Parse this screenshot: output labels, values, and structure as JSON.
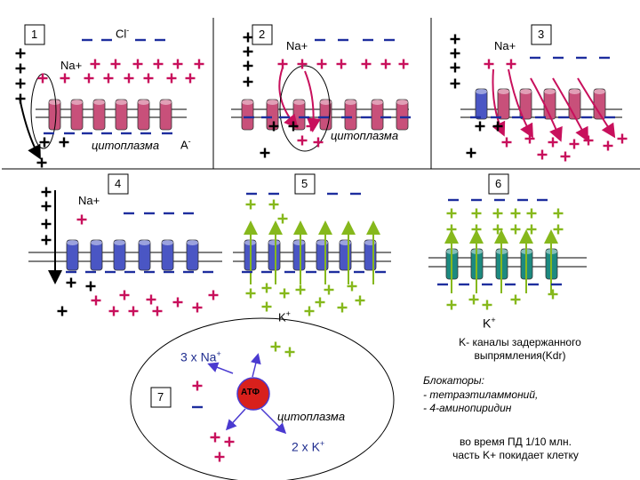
{
  "colors": {
    "plus": "#c8105c",
    "minus": "#1e2e9e",
    "green": "#86b81c",
    "channel_red": "#c8507a",
    "channel_blue": "#4a56c4",
    "channel_teal": "#1d8a80",
    "arrow_magenta": "#c8105c"
  },
  "panels": [
    {
      "number": "1"
    },
    {
      "number": "2"
    },
    {
      "number": "3"
    },
    {
      "number": "4"
    },
    {
      "number": "5"
    },
    {
      "number": "6"
    },
    {
      "number": "7"
    }
  ],
  "labels": {
    "cl": "Cl",
    "cl_sup": "-",
    "na": "Na+",
    "cytoplasm": "цитоплазма",
    "anion": "A",
    "anion_sup": "-",
    "k": "K",
    "k_sup": "+",
    "na3": "3 x Na",
    "na3_sup": "+",
    "atp": "АТФ",
    "k2": "2 x K",
    "k2_sup": "+"
  },
  "notes": {
    "kdr_line1": "K- каналы задержанного",
    "kdr_line2": "выпрямления(Kdr)",
    "blockers_title": "Блокаторы:",
    "blocker_1": "- тетраэтиламмоний,",
    "blocker_2": "- 4-аминопиридин",
    "efflux_line1": "во время ПД 1/10 млн.",
    "efflux_line2": "часть K+ покидает клетку"
  },
  "icons": [
    "plus-charge-icon",
    "minus-charge-icon",
    "ion-channel-icon",
    "arrow-icon",
    "atp-pump-icon"
  ]
}
